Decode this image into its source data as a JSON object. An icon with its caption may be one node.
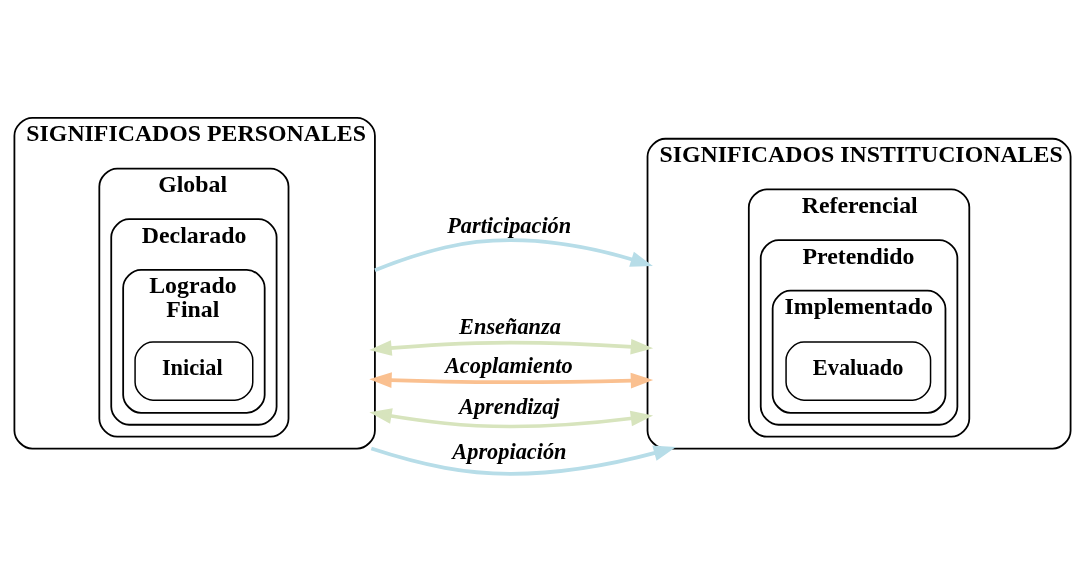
{
  "diagram": {
    "nodes": [
      {
        "text": [
          "SIGNIFICADOS PERSONALES"
        ]
      },
      {
        "text": [
          "Global"
        ],
        "in": 0
      },
      {
        "text": [
          "Declarado"
        ],
        "in": 1
      },
      {
        "text": [
          "Logrado",
          "Final"
        ],
        "in": 2
      },
      {
        "text": [
          "Inicial"
        ],
        "in": 3
      },
      {
        "text": [
          "SIGNIFICADOS INSTITUCIONALES"
        ]
      },
      {
        "text": [
          "Referencial"
        ],
        "in": 5
      },
      {
        "text": [
          "Pretendido"
        ],
        "in": 6
      },
      {
        "text": [
          "Implementado"
        ],
        "in": 7
      },
      {
        "text": [
          "Evaluado"
        ],
        "in": 8
      }
    ],
    "edges": [
      {
        "from": 0,
        "to": 5,
        "arrow": "to",
        "label": "Participación",
        "color": "#b7dde8"
      },
      {
        "from": 0,
        "to": 5,
        "arrow": "both",
        "label": "Enseñanza",
        "color": "#d7e4bd"
      },
      {
        "from": 0,
        "to": 5,
        "arrow": "both",
        "label": "Acoplamiento",
        "color": "#fac090"
      },
      {
        "from": 0,
        "to": 5,
        "arrow": "both",
        "label": "Aprendizaj",
        "color": "#d7e4bd"
      },
      {
        "from": 0,
        "to": 5,
        "arrow": "to",
        "label": "Apropiación",
        "color": "#b7dde8"
      }
    ]
  }
}
